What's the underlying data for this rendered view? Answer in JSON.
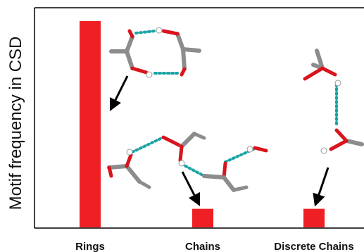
{
  "chart_data": {
    "type": "bar",
    "ylabel": "Motif frequency in CSD",
    "categories": [
      "Rings",
      "Chains",
      "Discrete Chains"
    ],
    "values": [
      100,
      9,
      9
    ],
    "ylim": [
      0,
      100
    ],
    "grid": false,
    "colors": {
      "bar": "#ee2024",
      "axis": "#000000",
      "hbond": "#1aa3a3",
      "carbon": "#8c8c8c",
      "oxygen": "#d9141c",
      "hydrogen": "#ffffff",
      "arrow": "#000000"
    }
  }
}
